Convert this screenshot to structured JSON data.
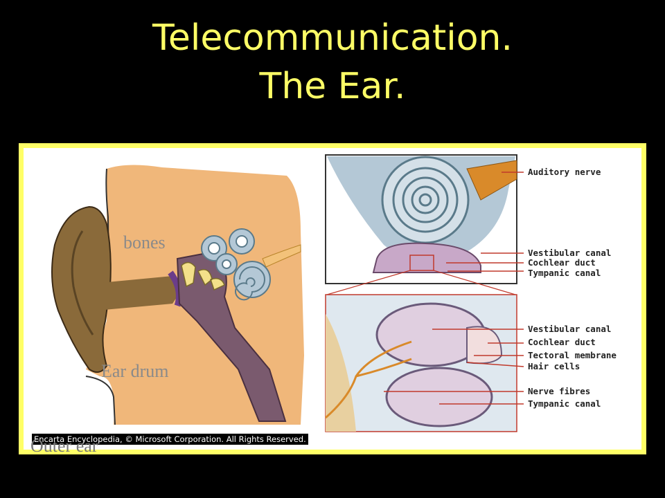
{
  "slide": {
    "title_line1": "Telecommunication.",
    "title_line2": "The Ear."
  },
  "diagram_labels": {
    "bones": "bones",
    "ear_drum": "Ear drum",
    "outer_ear": "Outer ear"
  },
  "annotations": [
    "Auditory nerve",
    "Vestibular canal",
    "Cochlear duct",
    "Tympanic canal",
    "Vestibular canal",
    "Cochlear duct",
    "Tectoral membrane",
    "Hair cells",
    "Nerve fibres",
    "Tympanic canal"
  ],
  "credit": "Encarta Encyclopedia, © Microsoft Corporation. All Rights Reserved.",
  "colors": {
    "title": "#ffff66",
    "frame": "#ffff66",
    "background": "#000000",
    "skin": "#f0b77a",
    "outer_ear": "#8a6a3a",
    "cochlea": "#b4c8d6",
    "canal": "#7a5a6e",
    "chamber": "#e0cfe0",
    "callout": "#c0392b",
    "nerve": "#d98a2a"
  }
}
